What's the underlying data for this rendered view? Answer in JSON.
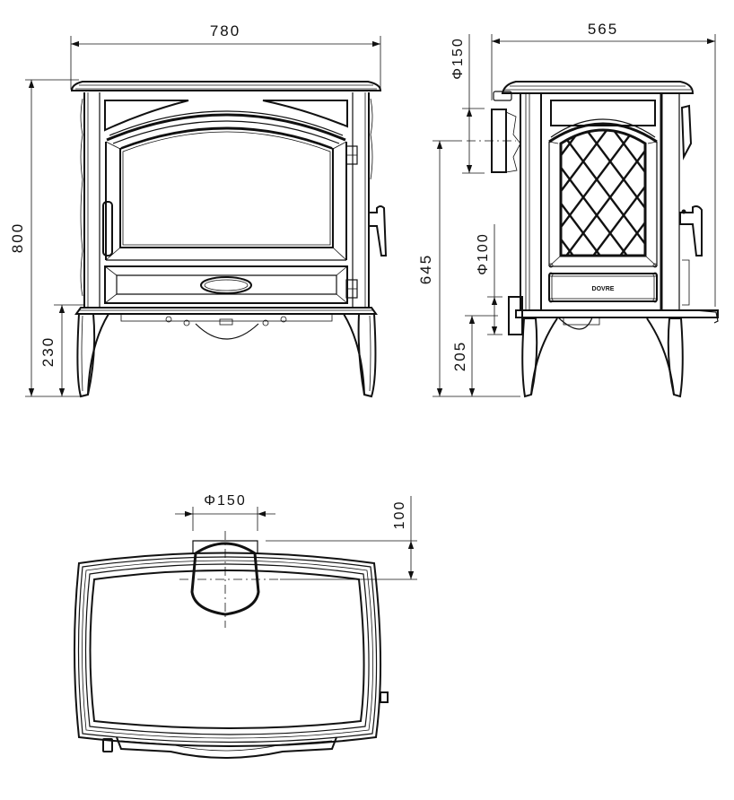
{
  "drawing": {
    "subject": "Wood-burning stove dimension drawing",
    "line_color": "#111111",
    "background": "#ffffff"
  },
  "front_view": {
    "width_label": "780",
    "height_label": "800",
    "leg_height_label": "230"
  },
  "side_view": {
    "depth_label": "565",
    "rear_flue_diameter_label": "Φ150",
    "rear_flue_center_height_label": "645",
    "air_inlet_diameter_label": "Φ100",
    "air_inlet_center_height_label": "205",
    "brand_logo": "DOVRE"
  },
  "top_view": {
    "top_flue_diameter_label": "Φ150",
    "top_flue_offset_label": "100"
  }
}
